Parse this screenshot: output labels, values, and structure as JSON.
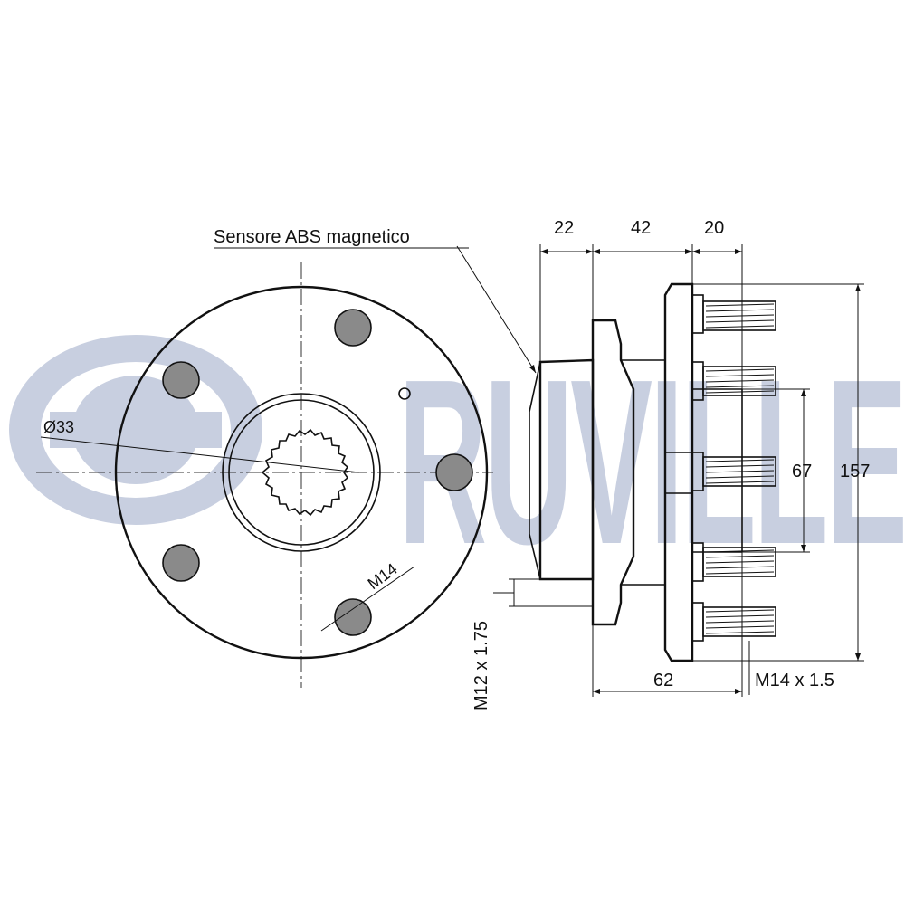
{
  "watermark": {
    "text": "RUVILLE",
    "color": "#c8cfe0"
  },
  "labels": {
    "abs_sensor": "Sensore ABS magnetico",
    "bore_diameter": "Ø33",
    "bolt_thread": "M14",
    "width_left": "22",
    "width_middle": "42",
    "width_right": "20",
    "total_width": "62",
    "inner_pcd": "67",
    "overall_diameter": "157",
    "stud_thread": "M14 x 1.5",
    "mount_thread": "M12 x 1.75"
  },
  "colors": {
    "line": "#111111",
    "hole_fill": "#8a8a8a",
    "background": "#ffffff"
  }
}
